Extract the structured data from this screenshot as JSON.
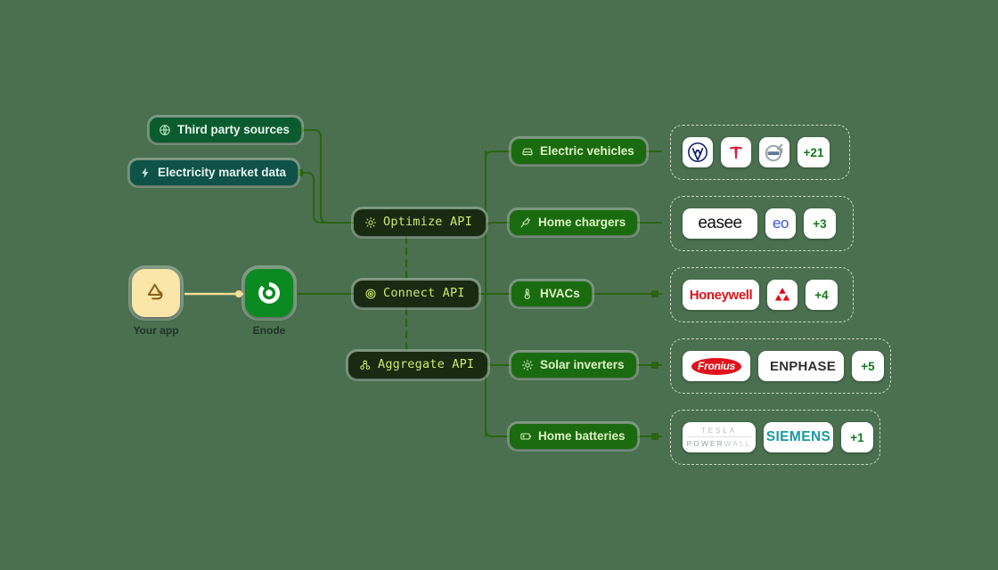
{
  "canvas": {
    "background": "#4a7050"
  },
  "actors": [
    {
      "name": "your-app",
      "label": "Your app",
      "icon": "app-triangle-icon",
      "color": "#fae6a8"
    },
    {
      "name": "enode",
      "label": "Enode",
      "icon": "enode-logo-icon",
      "color": "#0c8a22"
    }
  ],
  "sources": [
    {
      "label": "Third party sources",
      "icon": "globe-icon",
      "style": "green"
    },
    {
      "label": "Electricity market data",
      "icon": "lightning-bolt-icon",
      "style": "teal"
    }
  ],
  "apis": [
    {
      "label": "Optimize API",
      "icon": "sun-icon"
    },
    {
      "label": "Connect API",
      "icon": "target-icon"
    },
    {
      "label": "Aggregate API",
      "icon": "nodes-icon"
    }
  ],
  "devices": [
    {
      "label": "Electric vehicles",
      "icon": "car-icon"
    },
    {
      "label": "Home chargers",
      "icon": "plug-icon"
    },
    {
      "label": "HVACs",
      "icon": "thermometer-icon"
    },
    {
      "label": "Solar inverters",
      "icon": "sun-icon"
    },
    {
      "label": "Home batteries",
      "icon": "battery-icon"
    }
  ],
  "brand_groups": [
    {
      "for": "Electric vehicles",
      "brands": [
        {
          "name": "volkswagen",
          "type": "logo"
        },
        {
          "name": "tesla",
          "type": "logo"
        },
        {
          "name": "volvo",
          "type": "logo"
        }
      ],
      "more_label": "+21"
    },
    {
      "for": "Home chargers",
      "brands": [
        {
          "name": "easee",
          "type": "wordmark",
          "text": "easee"
        },
        {
          "name": "eo",
          "type": "wordmark",
          "text": "eo"
        }
      ],
      "more_label": "+3"
    },
    {
      "for": "HVACs",
      "brands": [
        {
          "name": "honeywell",
          "type": "wordmark",
          "text": "Honeywell"
        },
        {
          "name": "mitsubishi",
          "type": "logo"
        }
      ],
      "more_label": "+4"
    },
    {
      "for": "Solar inverters",
      "brands": [
        {
          "name": "fronius",
          "type": "wordmark",
          "text": "Fronius"
        },
        {
          "name": "enphase",
          "type": "wordmark",
          "text": "ENPHASE"
        }
      ],
      "more_label": "+5"
    },
    {
      "for": "Home batteries",
      "brands": [
        {
          "name": "tesla-powerwall",
          "type": "wordmark",
          "text_top": "TESLA",
          "text_bottom_a": "POWER",
          "text_bottom_b": "WALL"
        },
        {
          "name": "siemens",
          "type": "wordmark",
          "text": "SIEMENS"
        }
      ],
      "more_label": "+1"
    }
  ],
  "colors": {
    "edge": "#2b6410",
    "source_green": "#0a5c2e",
    "source_teal": "#0e5248",
    "api_bg": "#182a12",
    "api_text": "#cde96a",
    "device_bg": "#1a6b0f",
    "device_text": "#dcf3c4",
    "group_border": "#cdd9c4",
    "more_text": "#13781f"
  }
}
